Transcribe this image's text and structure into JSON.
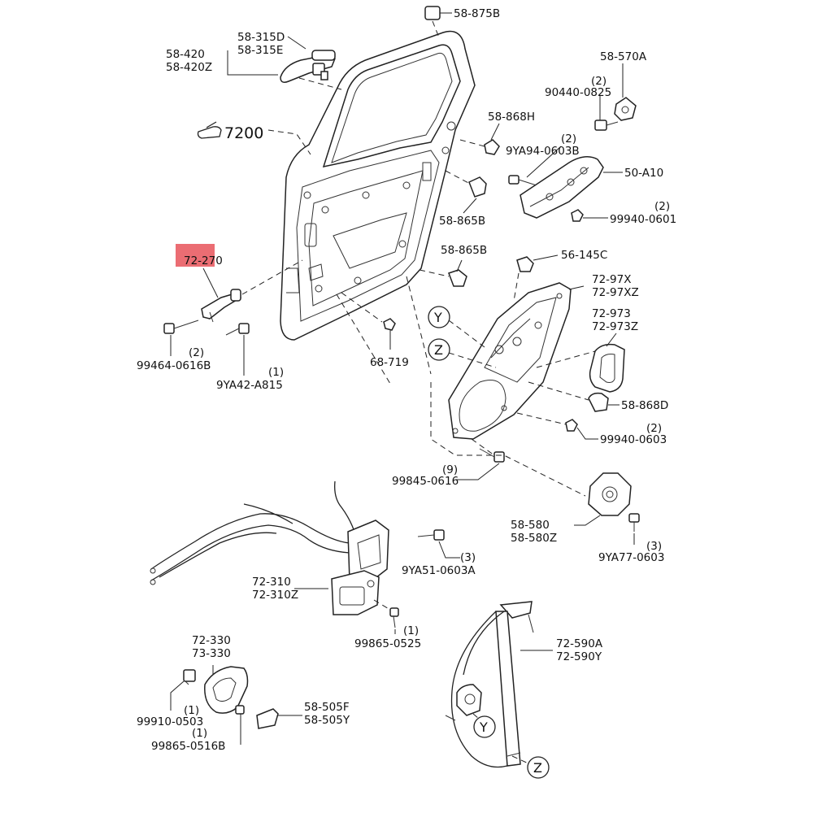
{
  "labels": {
    "l_58_875b": "58-875B",
    "l_58_420": "58-420",
    "l_58_420z": "58-420Z",
    "l_58_315d": "58-315D",
    "l_58_315e": "58-315E",
    "l_58_570a": "58-570A",
    "l_90440_qty": "(2)",
    "l_90440": "90440-0825",
    "l_7200": "7200",
    "l_58_868h": "58-868H",
    "l_9ya94_qty": "(2)",
    "l_9ya94": "9YA94-0603B",
    "l_50_a10": "50-A10",
    "l_99940_0601_qty": "(2)",
    "l_99940_0601": "99940-0601",
    "l_58_865b_a": "58-865B",
    "l_58_865b_b": "58-865B",
    "l_72_270": "72-270",
    "l_56_145c": "56-145C",
    "l_72_97x": "72-97X",
    "l_72_97xz": "72-97XZ",
    "l_72_973": "72-973",
    "l_72_973z": "72-973Z",
    "l_99464_qty": "(2)",
    "l_99464": "99464-0616B",
    "l_9ya42_qty": "(1)",
    "l_9ya42": "9YA42-A815",
    "l_68_719": "68-719",
    "l_58_868d": "58-868D",
    "l_99940_0603_qty": "(2)",
    "l_99940_0603": "99940-0603",
    "l_99845_qty": "(9)",
    "l_99845": "99845-0616",
    "l_58_580": "58-580",
    "l_58_580z": "58-580Z",
    "l_9ya77_qty": "(3)",
    "l_9ya77": "9YA77-0603",
    "l_9ya51_qty": "(3)",
    "l_9ya51": "9YA51-0603A",
    "l_72_310": "72-310",
    "l_72_310z": "72-310Z",
    "l_99865_0525_qty": "(1)",
    "l_99865_0525": "99865-0525",
    "l_72_330": "72-330",
    "l_73_330": "73-330",
    "l_99910_qty": "(1)",
    "l_99910": "99910-0503",
    "l_99865_0516b_qty": "(1)",
    "l_99865_0516b": "99865-0516B",
    "l_58_505f": "58-505F",
    "l_58_505y": "58-505Y",
    "l_72_590a": "72-590A",
    "l_72_590y": "72-590Y"
  },
  "callouts": {
    "y_upper": "Y",
    "z_upper": "Z",
    "y_lower": "Y",
    "z_lower": "Z"
  },
  "highlight_color": "#e8545a",
  "line_color": "#222222"
}
